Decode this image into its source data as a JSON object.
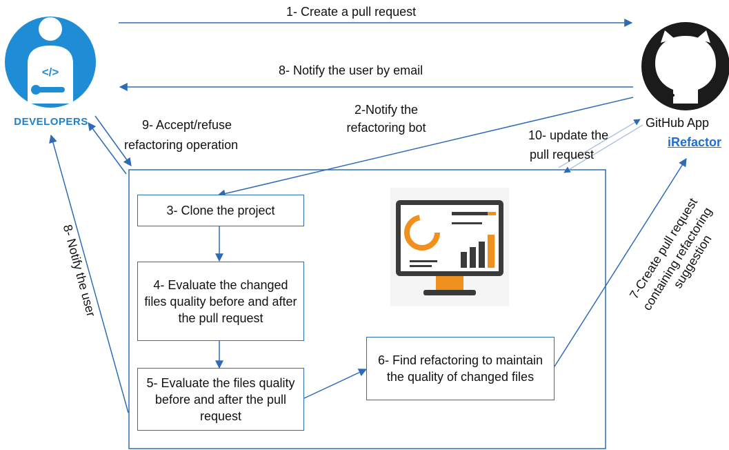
{
  "actors": {
    "developers": {
      "label": "DEVELOPERS",
      "icon": "developer-icon",
      "color": "#1f8dd6"
    },
    "github": {
      "caption": "GitHub App",
      "name": "iRefactor",
      "icon": "github-octocat-icon"
    }
  },
  "arrows": {
    "a1": "1- Create a pull request",
    "a8_email": "8- Notify the user by email",
    "a2_line1": "2-Notify the",
    "a2_line2": "refactoring bot",
    "a9_line1": "9- Accept/refuse",
    "a9_line2": "refactoring operation",
    "a10_line1": "10- update the",
    "a10_line2": "pull request",
    "a8_user": "8- Notify the user",
    "a7_line1": "7-Create pull request",
    "a7_line2": "containing refactoring",
    "a7_line3": "suggestion"
  },
  "steps": {
    "s3": "3- Clone the project",
    "s4": "4- Evaluate the changed files quality before and after the pull request",
    "s5": "5- Evaluate the files quality before and after the pull request",
    "s6": "6- Find refactoring to maintain the quality of changed files"
  },
  "illustration": {
    "icon": "monitor-analytics-icon"
  },
  "colors": {
    "line": "#2e6bb5",
    "accent": "#f0901e",
    "dark": "#3a3a3a"
  }
}
